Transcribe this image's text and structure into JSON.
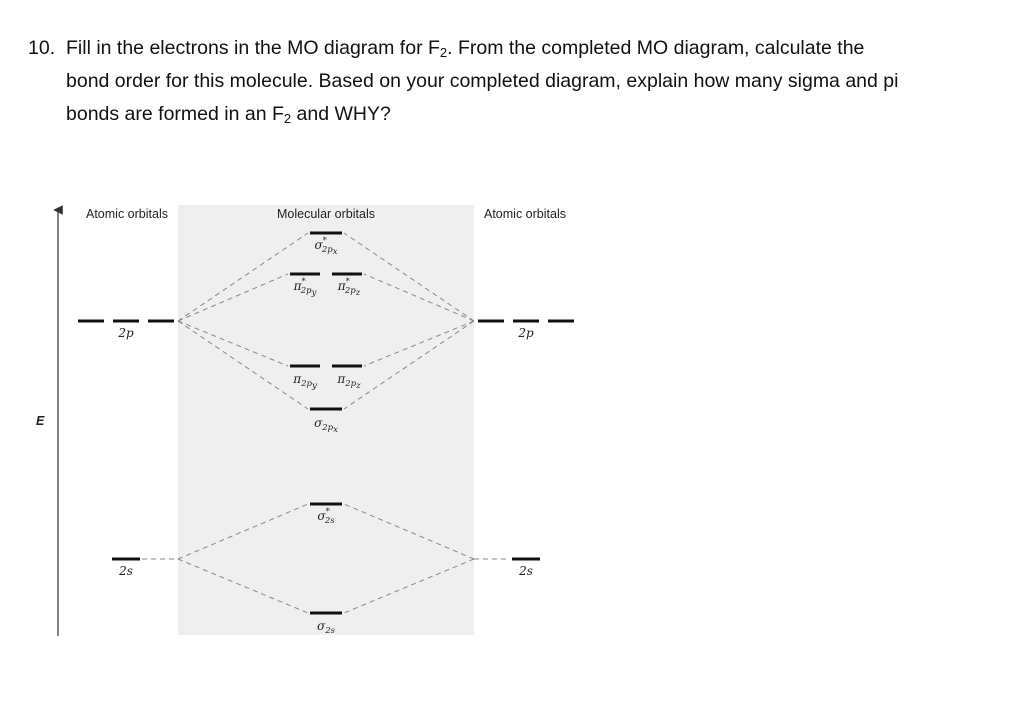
{
  "question": {
    "number": "10.",
    "line1_pre": "Fill in the electrons in the MO diagram for F",
    "line1_sub": "2",
    "line1_post": ".  From the completed MO diagram, calculate the",
    "line2": "bond order for this molecule.  Based on your completed diagram, explain how many sigma and pi",
    "line3_pre": "bonds are formed in an F",
    "line3_sub": "2",
    "line3_post": " and WHY?"
  },
  "diagram": {
    "axis_label": "E",
    "headers": {
      "left": "Atomic orbitals",
      "middle": "Molecular orbitals",
      "right": "Atomic orbitals"
    },
    "atomic_left": {
      "2p": "2p",
      "2s": "2s"
    },
    "atomic_right": {
      "2p": "2p",
      "2s": "2s"
    },
    "molecular": {
      "sigma_star_2px": {
        "sym": "σ",
        "sup": "*",
        "sub": "2p",
        "subsub": "x"
      },
      "pi_star_2py": {
        "sym": "π",
        "sup": "*",
        "sub": "2p",
        "subsub": "y"
      },
      "pi_star_2pz": {
        "sym": "π",
        "sup": "*",
        "sub": "2p",
        "subsub": "z"
      },
      "pi_2py": {
        "sym": "π",
        "sub": "2p",
        "subsub": "y"
      },
      "pi_2pz": {
        "sym": "π",
        "sub": "2p",
        "subsub": "z"
      },
      "sigma_2px": {
        "sym": "σ",
        "sub": "2p",
        "subsub": "x"
      },
      "sigma_star_2s": {
        "sym": "σ",
        "sup": "*",
        "sub": "2s"
      },
      "sigma_2s": {
        "sym": "σ",
        "sub": "2s"
      }
    },
    "colors": {
      "mo_panel": "#efefef",
      "lines": "#111111",
      "dashes": "#888888"
    }
  }
}
